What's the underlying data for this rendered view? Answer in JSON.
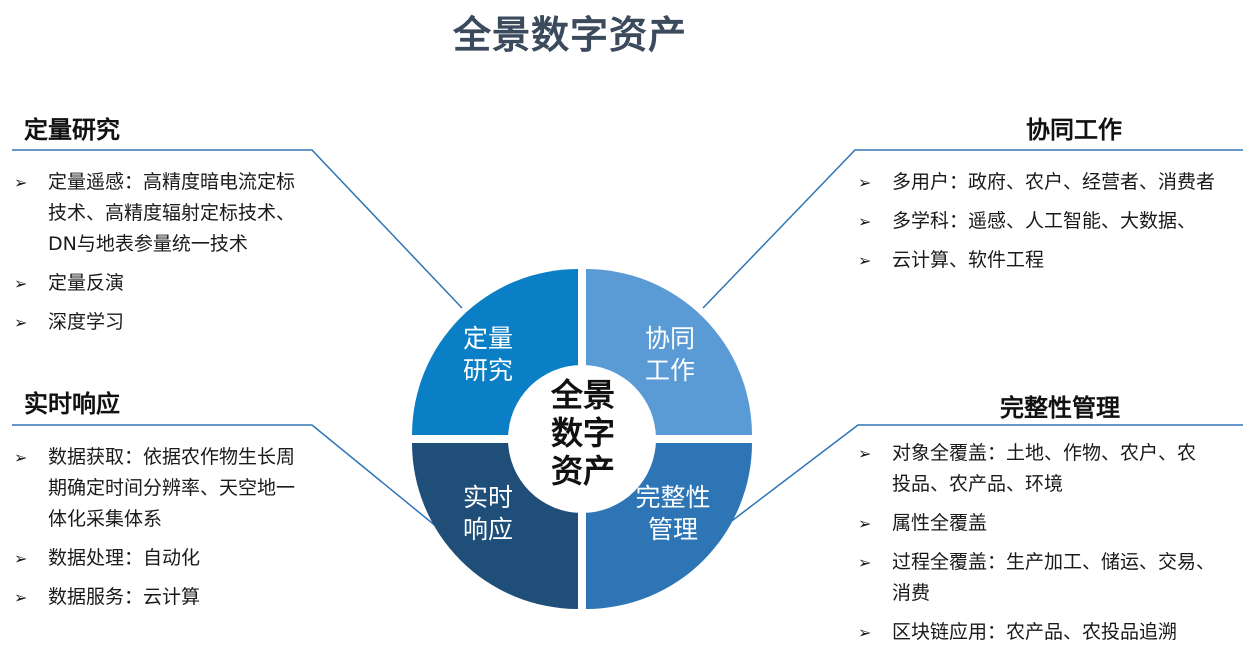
{
  "title": "全景数字资产",
  "center_label": "全景\n数字\n资产",
  "segments": [
    {
      "label": "定量\n研究",
      "color": "#0b7fc6"
    },
    {
      "label": "协同\n工作",
      "color": "#5b9bd5"
    },
    {
      "label": "实时\n响应",
      "color": "#1f4e79"
    },
    {
      "label": "完整性\n管理",
      "color": "#2e75b6"
    }
  ],
  "sections": {
    "quant": {
      "title": "定量研究",
      "items": [
        "定量遥感：高精度暗电流定标\n技术、高精度辐射定标技术、\nDN与地表参量统一技术",
        "定量反演",
        "深度学习"
      ]
    },
    "realtime": {
      "title": "实时响应",
      "items": [
        "数据获取：依据农作物生长周\n期确定时间分辨率、天空地一\n体化采集体系",
        "数据处理：自动化",
        "数据服务：云计算"
      ]
    },
    "collab": {
      "title": "协同工作",
      "items": [
        "多用户：政府、农户、经营者、消费者",
        "多学科：遥感、人工智能、大数据、",
        "云计算、软件工程"
      ]
    },
    "integrity": {
      "title": "完整性管理",
      "items": [
        "对象全覆盖：土地、作物、农户、农\n投品、农产品、环境",
        "属性全覆盖",
        "过程全覆盖：生产加工、储运、交易、\n消费",
        "区块链应用：农产品、农投品追溯"
      ]
    }
  },
  "bullet_glyph": "➢",
  "line_color": "#2e75b6"
}
